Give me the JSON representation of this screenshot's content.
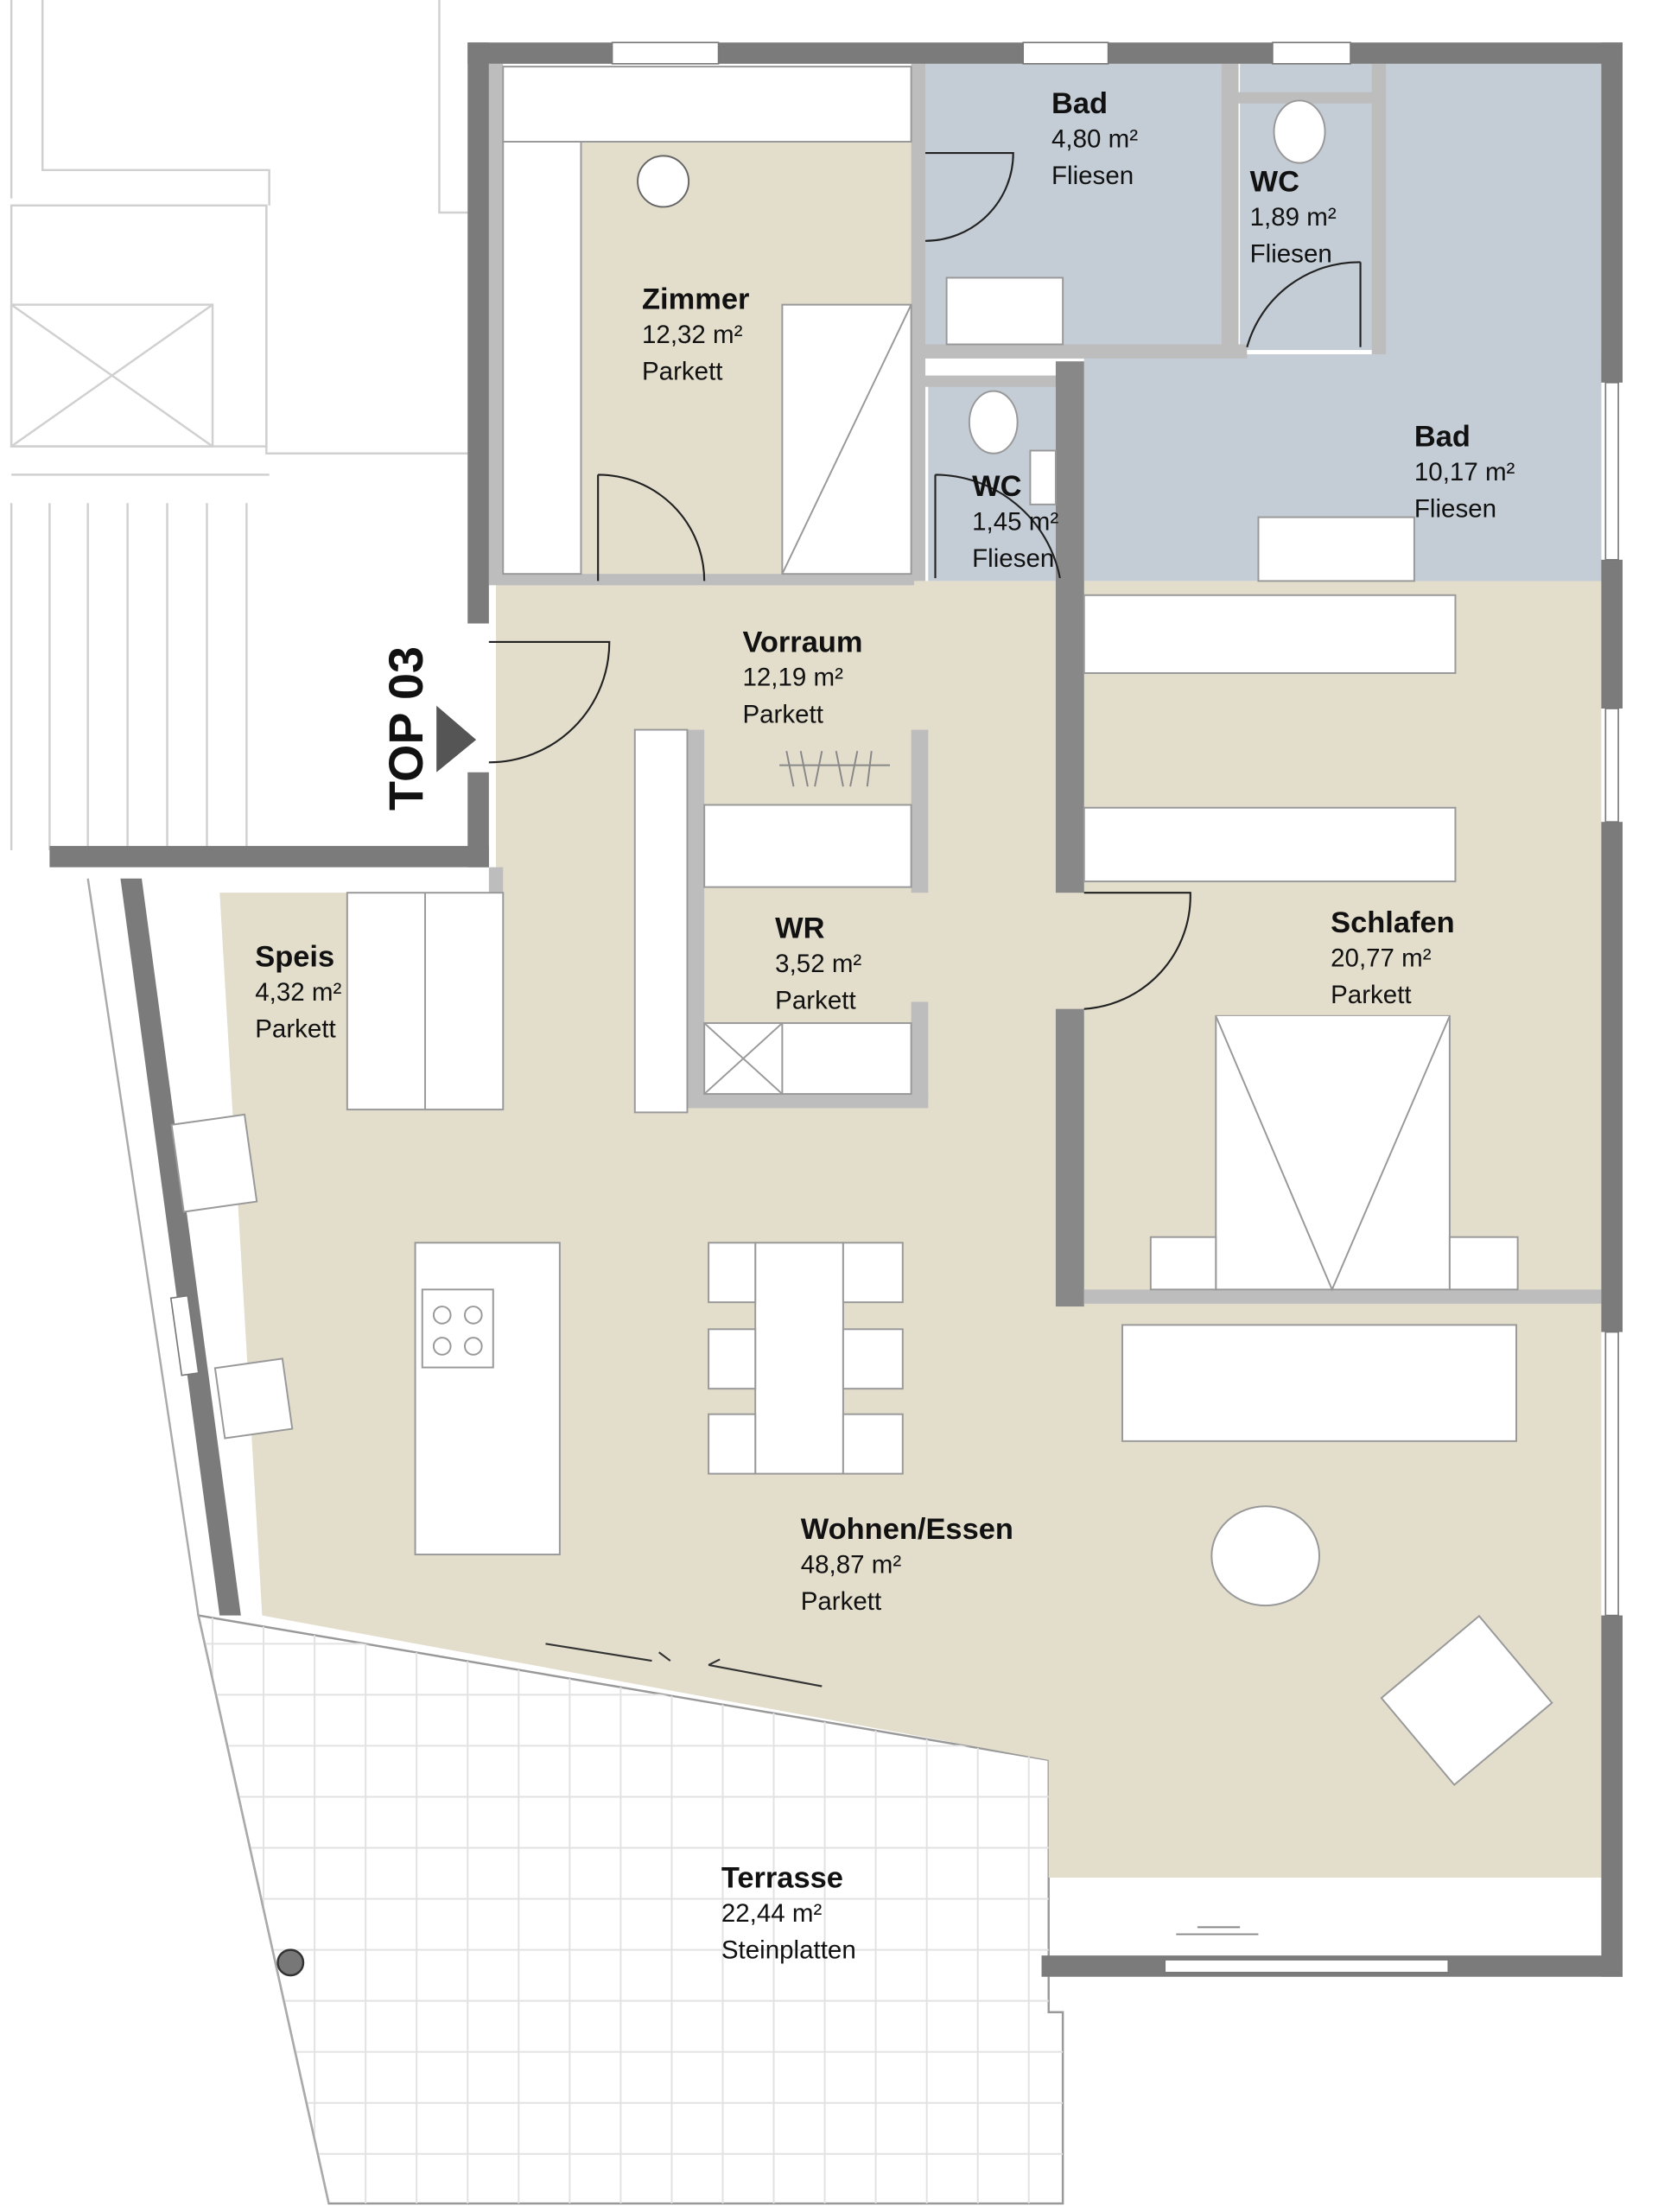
{
  "unit_label": "TOP 03",
  "colors": {
    "floor_parkett": "#e3ddcc",
    "floor_fliesen": "#c4cdd5",
    "outer_wall": "#7b7b7b",
    "inner_wall": "#bdbdbd",
    "terrace_grid": "#e2e2e2"
  },
  "rooms": [
    {
      "name": "Zimmer",
      "area": "12,32 m²",
      "floor": "Parkett"
    },
    {
      "name": "Bad",
      "area": "4,80 m²",
      "floor": "Fliesen"
    },
    {
      "name": "WC",
      "area": "1,89 m²",
      "floor": "Fliesen"
    },
    {
      "name": "Bad",
      "area": "10,17 m²",
      "floor": "Fliesen"
    },
    {
      "name": "WC",
      "area": "1,45 m²",
      "floor": "Fliesen"
    },
    {
      "name": "Vorraum",
      "area": "12,19 m²",
      "floor": "Parkett"
    },
    {
      "name": "WR",
      "area": "3,52 m²",
      "floor": "Parkett"
    },
    {
      "name": "Speis",
      "area": "4,32 m²",
      "floor": "Parkett"
    },
    {
      "name": "Schlafen",
      "area": "20,77 m²",
      "floor": "Parkett"
    },
    {
      "name": "Wohnen/Essen",
      "area": "48,87 m²",
      "floor": "Parkett"
    },
    {
      "name": "Terrasse",
      "area": "22,44 m²",
      "floor": "Steinplatten"
    }
  ]
}
